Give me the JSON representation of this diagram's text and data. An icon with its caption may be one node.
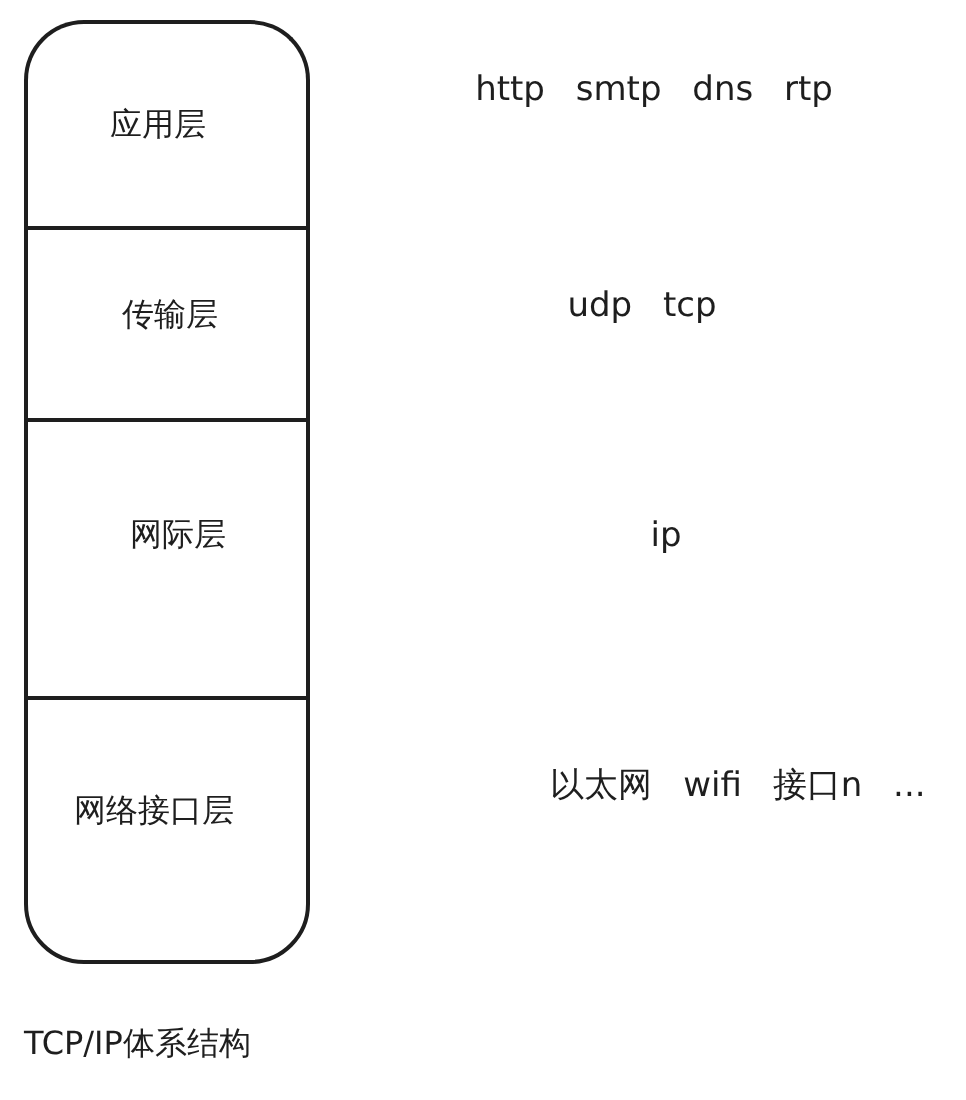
{
  "diagram": {
    "caption": "TCP/IP体系结构",
    "nodes": [
      {
        "text": [
          "应用层"
        ]
      },
      {
        "text": [
          "传输层"
        ]
      },
      {
        "text": [
          "网际层"
        ]
      },
      {
        "text": [
          "网络接口层"
        ]
      }
    ],
    "labels": [
      "http smtp dns rtp",
      "udp tcp",
      "ip",
      "以太网 wifi 接口n ..."
    ]
  }
}
